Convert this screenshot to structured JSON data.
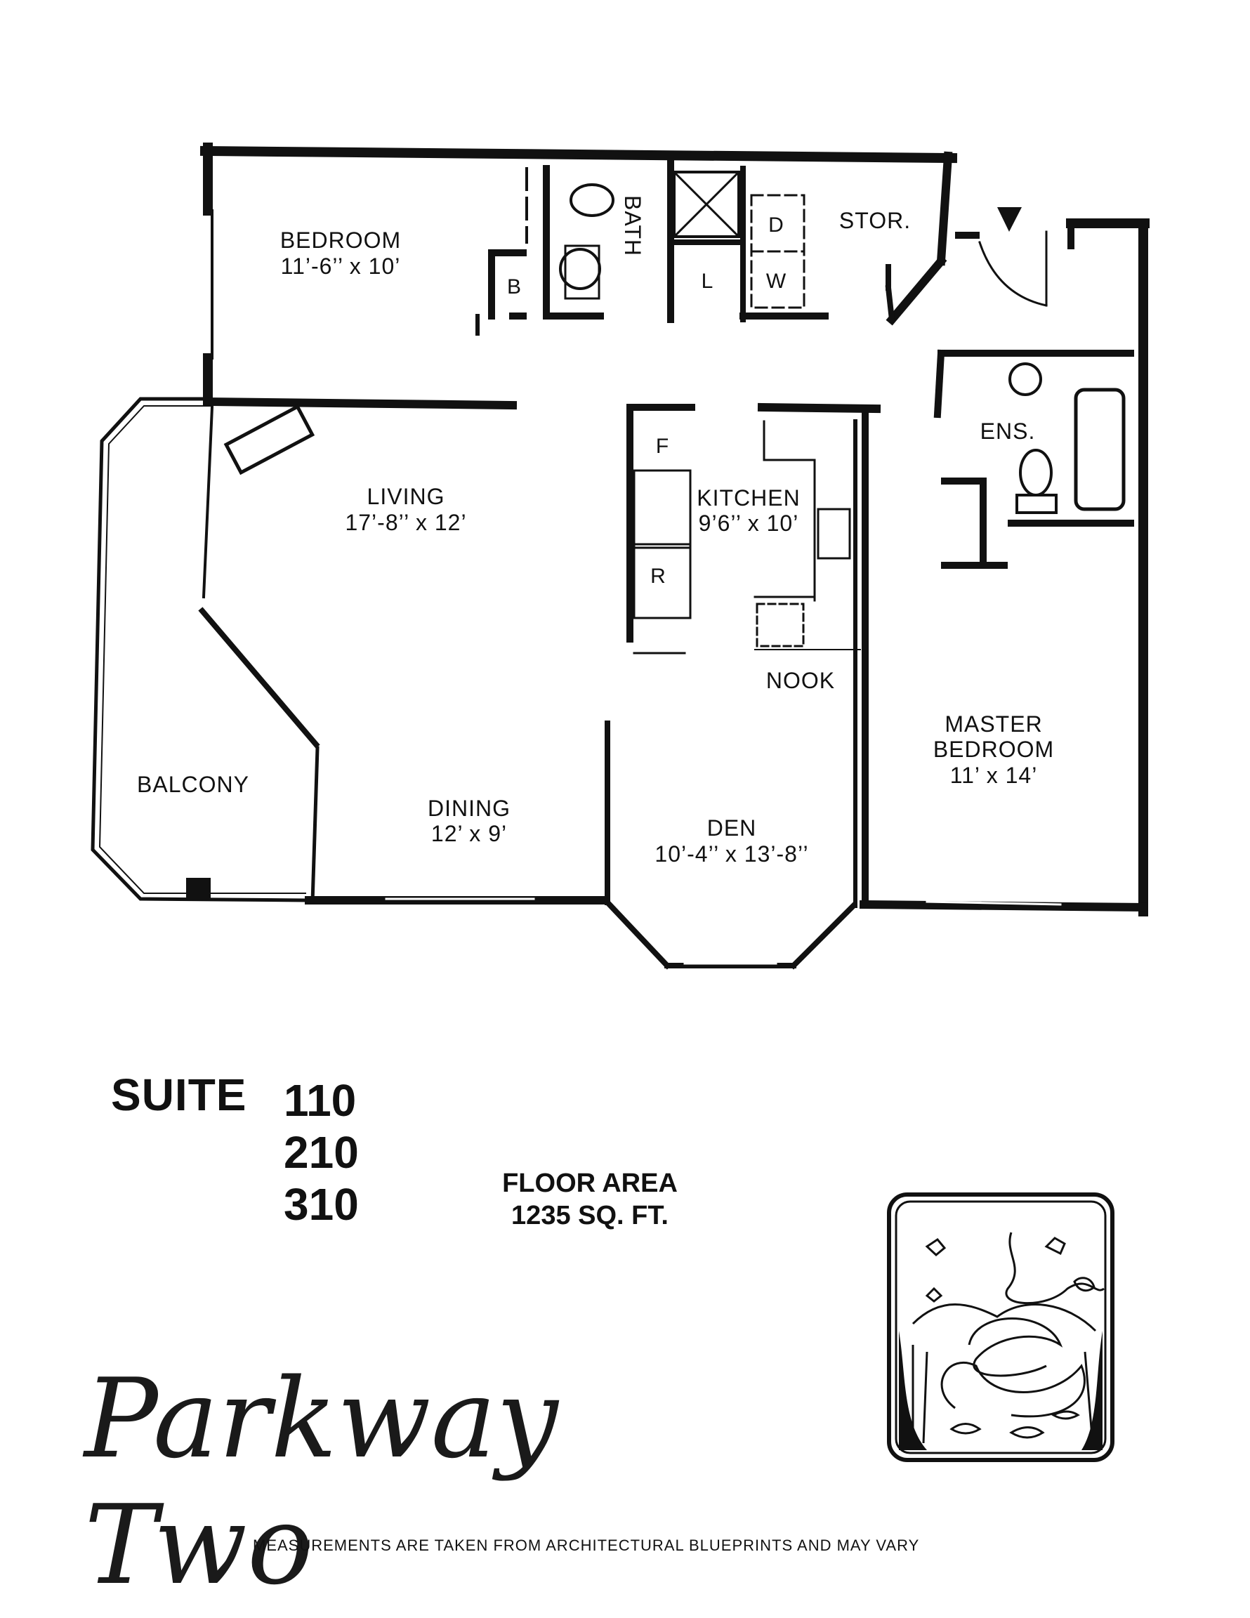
{
  "rooms": {
    "bedroom": {
      "name": "BEDROOM",
      "size": "11’-6’’ x 10’"
    },
    "bath": {
      "name": "BATH"
    },
    "closet_b": {
      "name": "B"
    },
    "laundry_l": {
      "name": "L"
    },
    "dryer": {
      "name": "D"
    },
    "washer": {
      "name": "W"
    },
    "storage": {
      "name": "STOR."
    },
    "living": {
      "name": "LIVING",
      "size": "17’-8’’ x 12’"
    },
    "kitchen": {
      "name": "KITCHEN",
      "size": "9’6’’ x 10’"
    },
    "fridge": {
      "name": "F"
    },
    "range": {
      "name": "R"
    },
    "nook": {
      "name": "NOOK"
    },
    "ensuite": {
      "name": "ENS."
    },
    "master": {
      "name": "MASTER",
      "name2": "BEDROOM",
      "size": "11’ x 14’"
    },
    "balcony": {
      "name": "BALCONY"
    },
    "dining": {
      "name": "DINING",
      "size": "12’ x 9’"
    },
    "den": {
      "name": "DEN",
      "size": "10’-4’’ x 13’-8’’"
    }
  },
  "suite": {
    "label": "SUITE",
    "numbers": [
      "110",
      "210",
      "310"
    ]
  },
  "floor_area": {
    "label": "FLOOR AREA",
    "value": "1235 SQ. FT."
  },
  "brand": {
    "name": "Parkway Two"
  },
  "disclaimer": "MEASUREMENTS ARE TAKEN FROM ARCHITECTURAL BLUEPRINTS AND MAY VARY",
  "colors": {
    "ink": "#111111",
    "paper": "#ffffff"
  }
}
